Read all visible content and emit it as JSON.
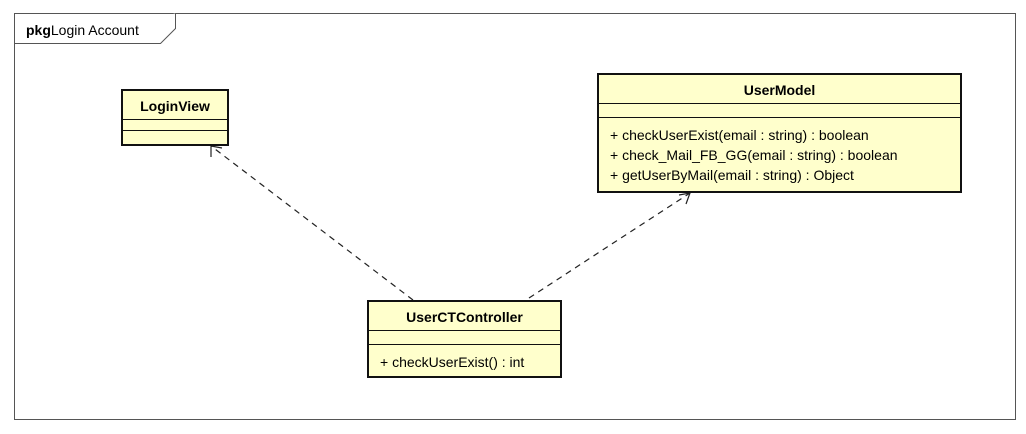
{
  "package": {
    "keyword": "pkg",
    "name": "Login Account"
  },
  "classes": {
    "login_view": {
      "name": "LoginView",
      "attributes": [],
      "operations": []
    },
    "user_model": {
      "name": "UserModel",
      "attributes": [],
      "operations": [
        "+ checkUserExist(email : string) : boolean",
        "+ check_Mail_FB_GG(email : string) : boolean",
        "+ getUserByMail(email : string) : Object"
      ]
    },
    "user_ct_controller": {
      "name": "UserCTController",
      "attributes": [],
      "operations": [
        "+ checkUserExist() : int"
      ]
    }
  },
  "relationships": [
    {
      "type": "dependency",
      "from": "UserCTController",
      "to": "LoginView"
    },
    {
      "type": "dependency",
      "from": "UserCTController",
      "to": "UserModel"
    }
  ]
}
